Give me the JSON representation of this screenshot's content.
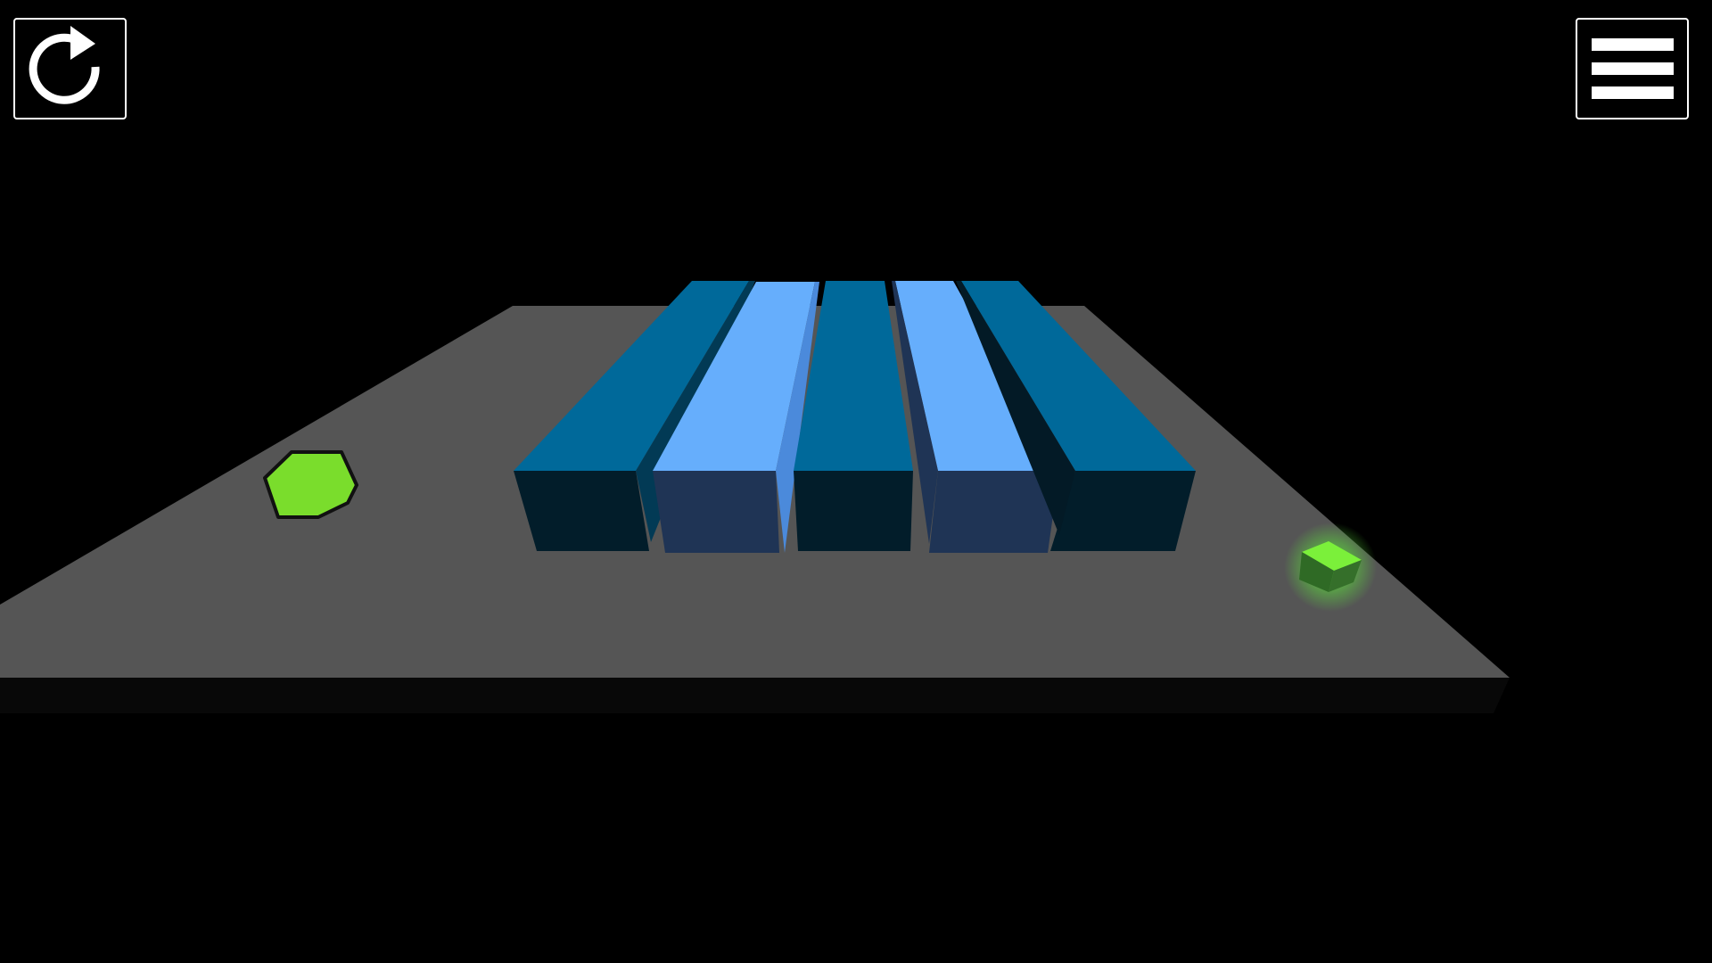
{
  "hud": {
    "restart_icon": "restart-icon",
    "menu_icon": "hamburger-menu-icon"
  },
  "colors": {
    "background": "#000000",
    "floor_top": "#555555",
    "floor_edge": "#080808",
    "block_dark_top": "#00699a",
    "block_dark_front": "#021d2a",
    "block_light_top": "#66aefc",
    "block_light_front": "#1f3455",
    "block_light_side": "#4b8adb",
    "goal_tile": "#7add2c",
    "player_cube_top": "#7bf03a",
    "player_cube_side": "#2f6a25",
    "player_glow": "#5eea3a",
    "hud_stroke": "#ffffff"
  },
  "board": {
    "blocks": [
      {
        "name": "block-1",
        "shade": "dark"
      },
      {
        "name": "block-2",
        "shade": "light"
      },
      {
        "name": "block-3",
        "shade": "dark"
      },
      {
        "name": "block-4",
        "shade": "light"
      },
      {
        "name": "block-5",
        "shade": "dark"
      }
    ],
    "goal": {
      "shape": "hexagon"
    },
    "player": {
      "shape": "cube",
      "glowing": true
    }
  }
}
